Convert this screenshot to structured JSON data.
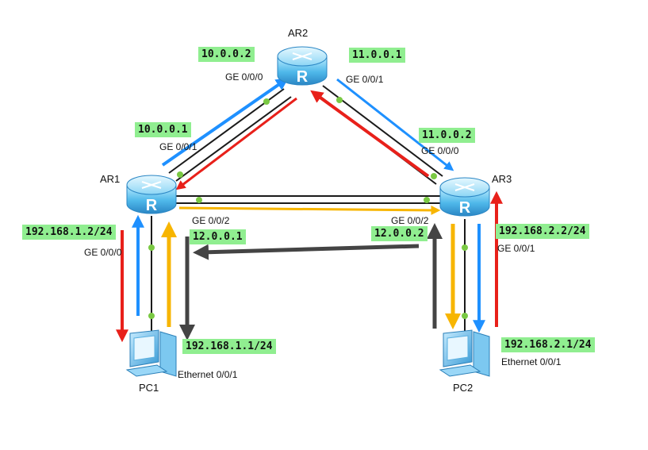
{
  "colors": {
    "link": "#1a1a1a",
    "dot": "#7ac943",
    "ip_bg": "#90ee90",
    "arrow_blue": "#1e90ff",
    "arrow_red": "#e8201a",
    "arrow_yellow": "#f7b500",
    "arrow_gray": "#444444"
  },
  "devices": {
    "ar1": {
      "name": "AR1",
      "icon": "router-icon"
    },
    "ar2": {
      "name": "AR2",
      "icon": "router-icon"
    },
    "ar3": {
      "name": "AR3",
      "icon": "router-icon"
    },
    "pc1": {
      "name": "PC1",
      "icon": "pc-icon"
    },
    "pc2": {
      "name": "PC2",
      "icon": "pc-icon"
    }
  },
  "interfaces": {
    "ar2_ge000": "GE 0/0/0",
    "ar2_ge001": "GE 0/0/1",
    "ar1_ge001": "GE 0/0/1",
    "ar1_ge002": "GE 0/0/2",
    "ar1_ge000": "GE 0/0/0",
    "ar3_ge000": "GE 0/0/0",
    "ar3_ge002": "GE 0/0/2",
    "ar3_ge001": "GE 0/0/1",
    "pc1_eth": "Ethernet 0/0/1",
    "pc2_eth": "Ethernet 0/0/1"
  },
  "addresses": {
    "ar2_ge000": "10.0.0.2",
    "ar2_ge001": "11.0.0.1",
    "ar1_ge001": "10.0.0.1",
    "ar3_ge000": "11.0.0.2",
    "ar1_ge000": "192.168.1.2/24",
    "ar1_ge002": "12.0.0.1",
    "ar3_ge002": "12.0.0.2",
    "ar3_ge001": "192.168.2.2/24",
    "pc1": "192.168.1.1/24",
    "pc2": "192.168.2.1/24"
  }
}
